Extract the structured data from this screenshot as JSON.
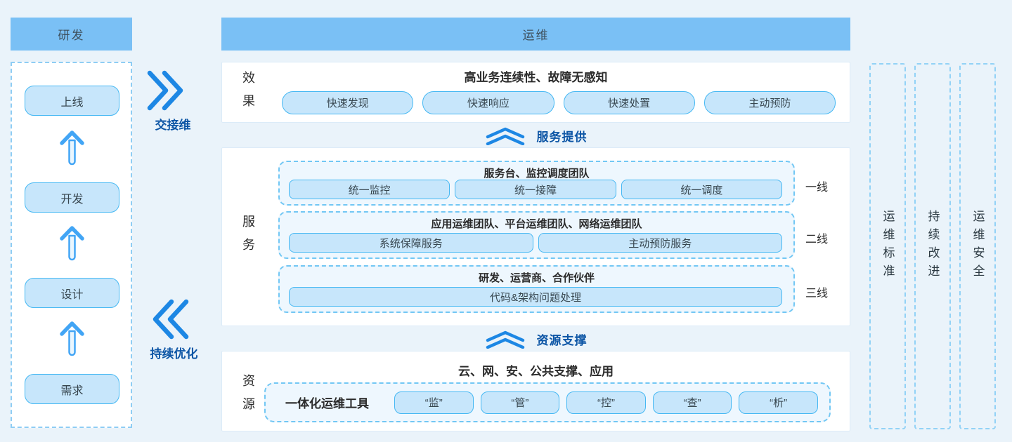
{
  "colors": {
    "page_bg": "#EAF3FA",
    "header_fill": "#7AC0F5",
    "box_fill": "#C7E6FB",
    "box_border": "#45B8F3",
    "dashed_border": "#72C7F4",
    "accent_blue": "#1D87E4",
    "label_blue": "#0C55A5"
  },
  "icons": {
    "stage_flow": "arrow-up-icon",
    "handover": "double-chevron-right-icon",
    "optimize": "double-chevron-left-icon",
    "band": "double-chevron-up-icon"
  },
  "dev": {
    "header": "研发",
    "stages": [
      "上线",
      "开发",
      "设计",
      "需求"
    ]
  },
  "flow": {
    "handover": "交接维",
    "optimize": "持续优化"
  },
  "ops": {
    "header": "运维",
    "effect": {
      "label": "效果",
      "title": "高业务连续性、故障无感知",
      "items": [
        "快速发现",
        "快速响应",
        "快速处置",
        "主动预防"
      ]
    },
    "service_band": "服务提供",
    "service": {
      "label": "服务",
      "groups": [
        {
          "title": "服务台、监控调度团队",
          "tier": "一线",
          "items": [
            "统一监控",
            "统一接障",
            "统一调度"
          ]
        },
        {
          "title": "应用运维团队、平台运维团队、网络运维团队",
          "tier": "二线",
          "items": [
            "系统保障服务",
            "主动预防服务"
          ]
        },
        {
          "title": "研发、运营商、合作伙伴",
          "tier": "三线",
          "items": [
            "代码&架构问题处理"
          ]
        }
      ]
    },
    "resource_band": "资源支撑",
    "resource": {
      "label": "资源",
      "title": "云、网、安、公共支撑、应用",
      "tool_label": "一体化运维工具",
      "items": [
        "“监”",
        "“管”",
        "“控”",
        "“查”",
        "“析”"
      ]
    }
  },
  "pillars": [
    "运维标准",
    "持续改进",
    "运维安全"
  ]
}
